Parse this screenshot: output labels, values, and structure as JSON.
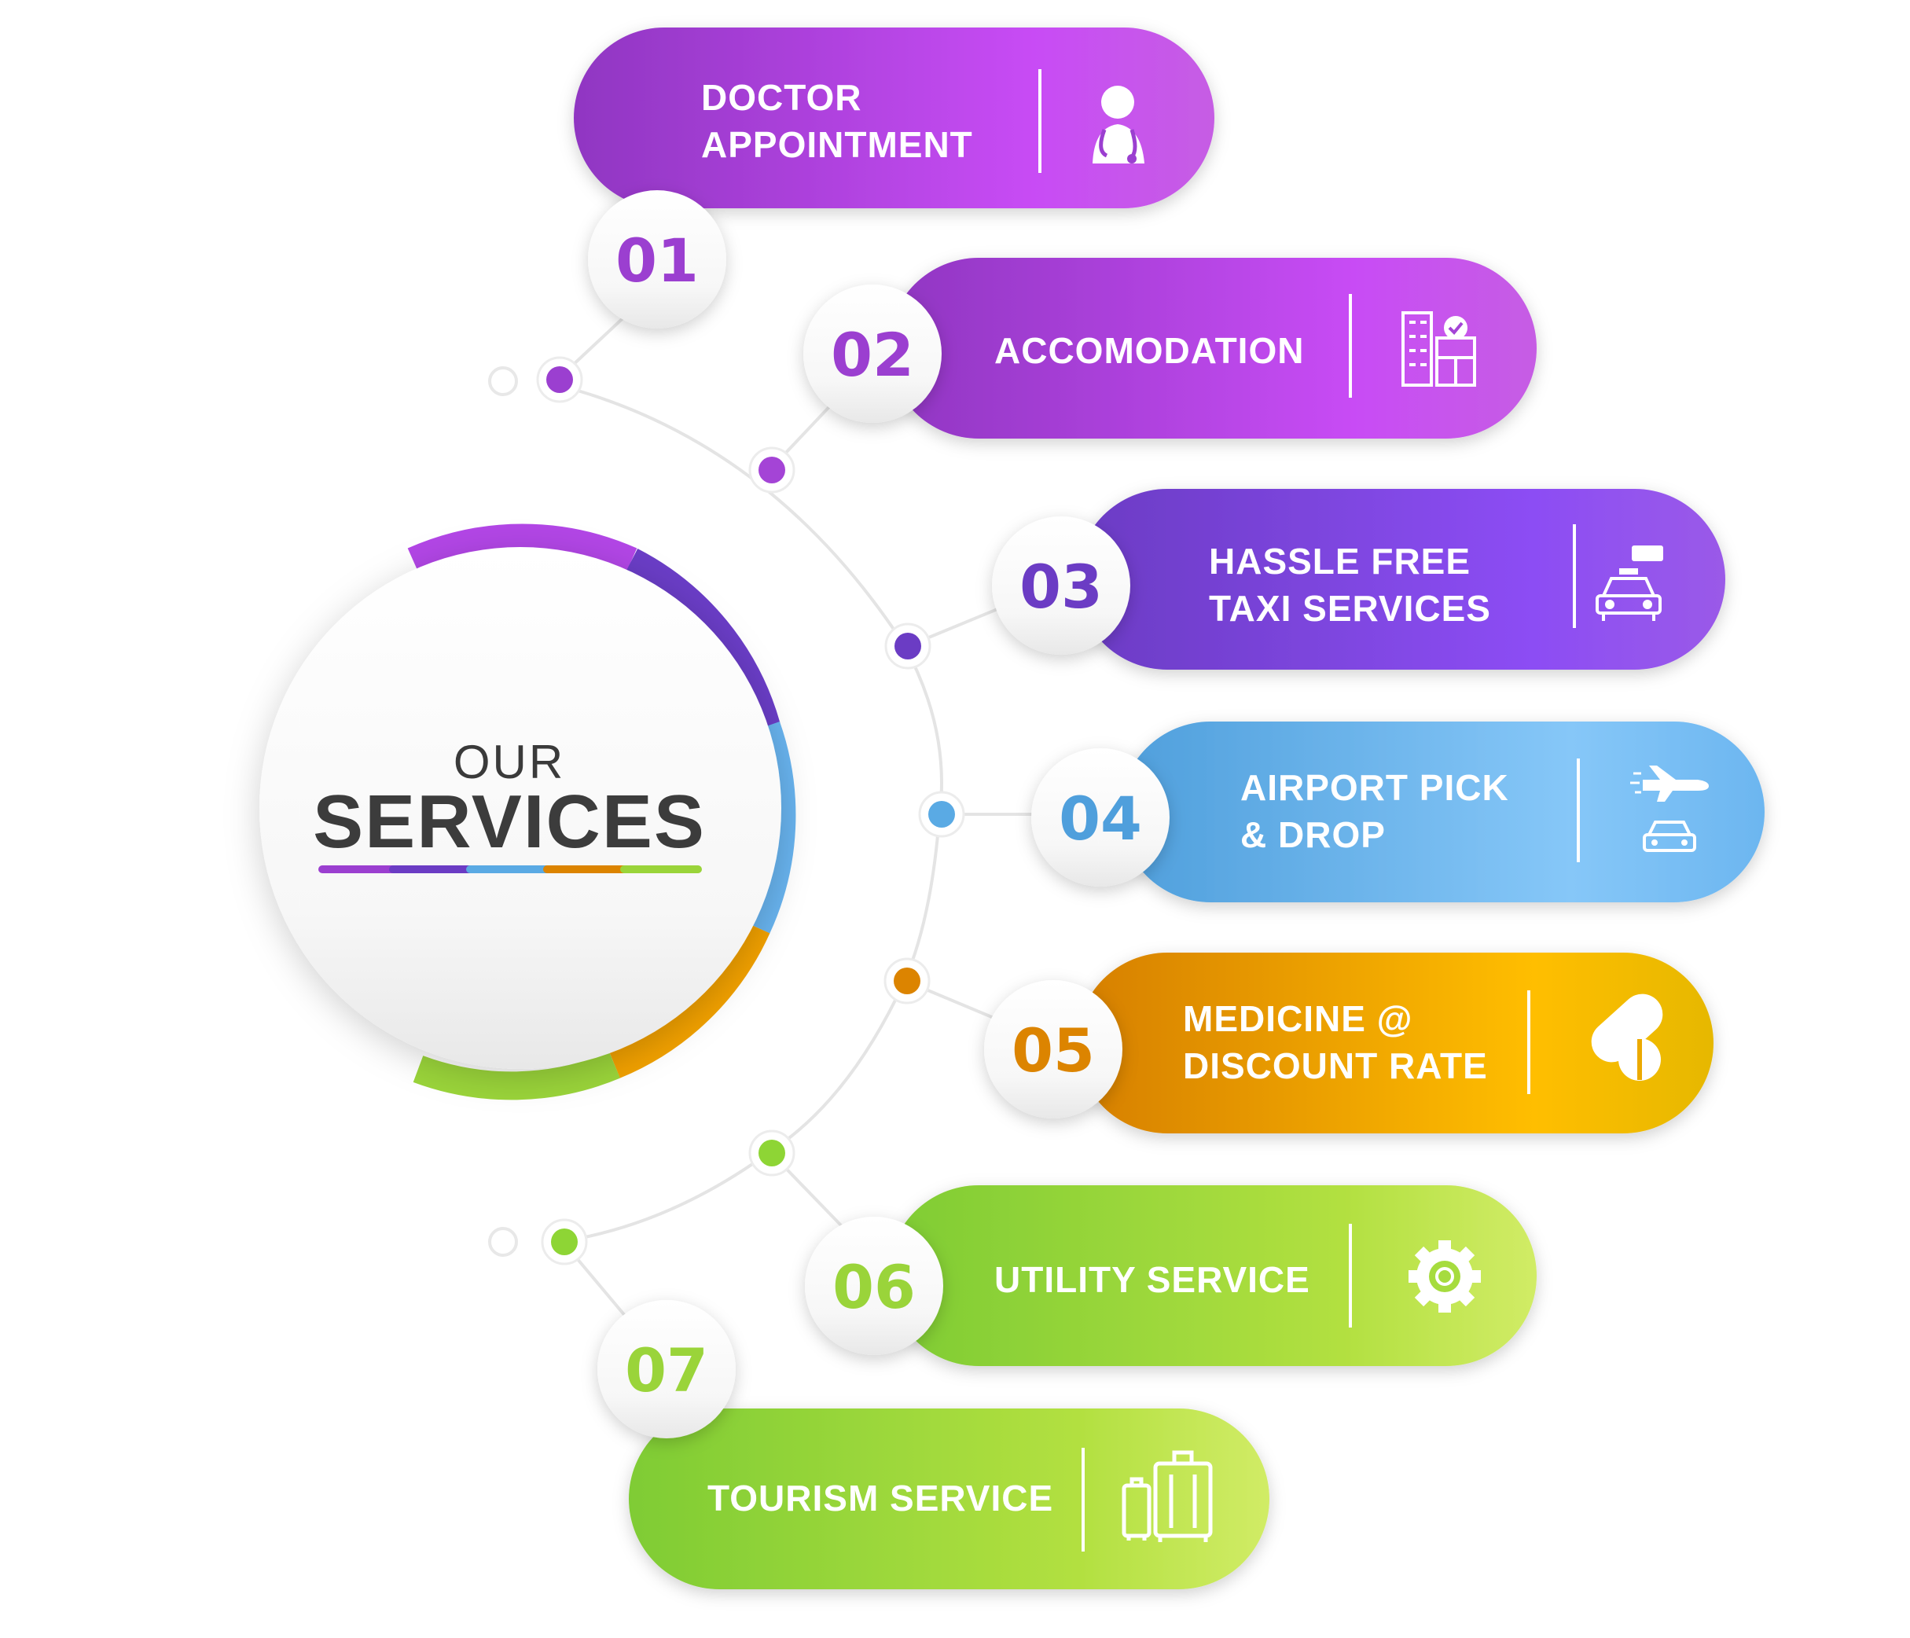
{
  "title": {
    "line1": "OUR",
    "line2": "SERVICES"
  },
  "palette": {
    "purple_light": "#c84cf5",
    "purple": "#9b3fd0",
    "violet": "#7a46d6",
    "blue": "#5aaae4",
    "blue_light": "#86c7f8",
    "orange": "#dc8400",
    "yellow": "#ffbe00",
    "green": "#8ed535",
    "green_light": "#cce860"
  },
  "services": [
    {
      "number": "01",
      "lines": [
        "DOCTOR",
        "APPOINTMENT"
      ],
      "icon": "doctor-icon",
      "color": "#9b3fd0"
    },
    {
      "number": "02",
      "lines": [
        "ACCOMODATION"
      ],
      "icon": "hotel-building-icon",
      "color": "#9b3fd0"
    },
    {
      "number": "03",
      "lines": [
        "HASSLE FREE",
        "TAXI SERVICES"
      ],
      "icon": "taxi-icon",
      "color": "#7a46d6"
    },
    {
      "number": "04",
      "lines": [
        "AIRPORT PICK",
        "& DROP"
      ],
      "icon": "airplane-car-icon",
      "color": "#5aaae4"
    },
    {
      "number": "05",
      "lines": [
        "MEDICINE @",
        "DISCOUNT RATE"
      ],
      "icon": "pills-icon",
      "color": "#dc8400"
    },
    {
      "number": "06",
      "lines": [
        "UTILITY SERVICE"
      ],
      "icon": "gear-icon",
      "color": "#8ed535"
    },
    {
      "number": "07",
      "lines": [
        "TOURISM SERVICE"
      ],
      "icon": "luggage-icon",
      "color": "#8ed535"
    }
  ]
}
